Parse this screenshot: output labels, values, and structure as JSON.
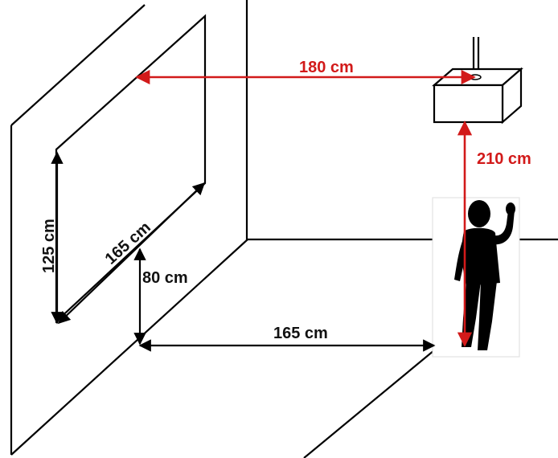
{
  "colors": {
    "line": "#000000",
    "dimension_black": "#000000",
    "dimension_red": "#d21a1a",
    "silhouette": "#000000",
    "background": "#ffffff"
  },
  "labels": {
    "projector_distance": "180 cm",
    "projector_height": "210 cm",
    "screen_height": "125 cm",
    "screen_width": "165 cm",
    "screen_elevation": "80 cm",
    "person_distance": "165 cm"
  }
}
